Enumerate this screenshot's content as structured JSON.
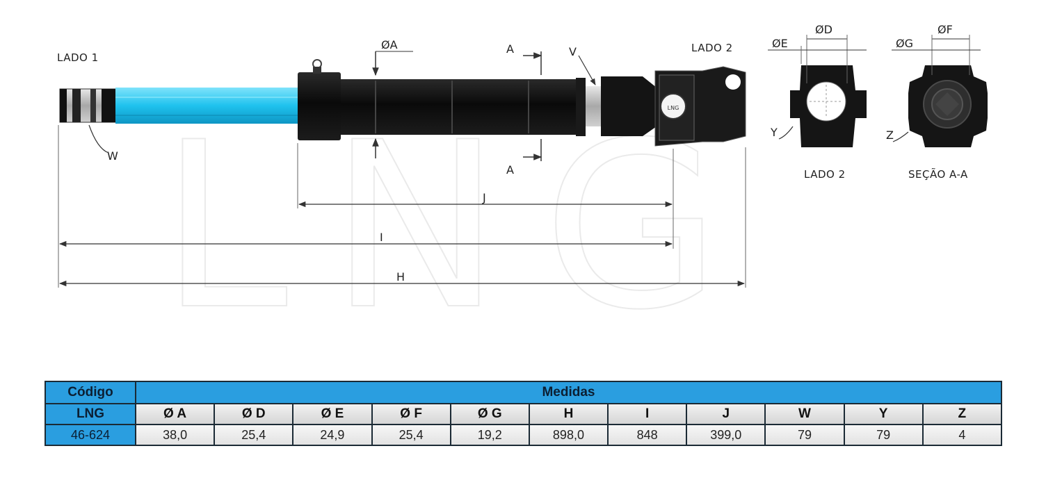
{
  "drawing": {
    "watermark": "LNG",
    "lado1": "LADO 1",
    "lado2_top": "LADO 2",
    "lado2_view": "LADO 2",
    "secao": "SEÇÃO A-A",
    "dim_a": "ØA",
    "dim_d": "ØD",
    "dim_e": "ØE",
    "dim_f": "ØF",
    "dim_g": "ØG",
    "sec_a_top": "A",
    "sec_a_bottom": "A",
    "mark_v": "V",
    "mark_w": "W",
    "mark_y": "Y",
    "mark_z": "Z",
    "dim_j": "J",
    "dim_i": "I",
    "dim_h": "H",
    "colors": {
      "shaft": "#27c6ef",
      "body": "#111111",
      "line": "#333333"
    }
  },
  "table": {
    "header_code": "Código",
    "header_measures": "Medidas",
    "header_lng": "LNG",
    "columns": [
      "Ø A",
      "Ø D",
      "Ø E",
      "Ø F",
      "Ø G",
      "H",
      "I",
      "J",
      "W",
      "Y",
      "Z"
    ],
    "code": "46-624",
    "values": [
      "38,0",
      "25,4",
      "24,9",
      "25,4",
      "19,2",
      "898,0",
      "848",
      "399,0",
      "79",
      "79",
      "4"
    ],
    "colors": {
      "header_blue": "#2a9ee0"
    }
  }
}
